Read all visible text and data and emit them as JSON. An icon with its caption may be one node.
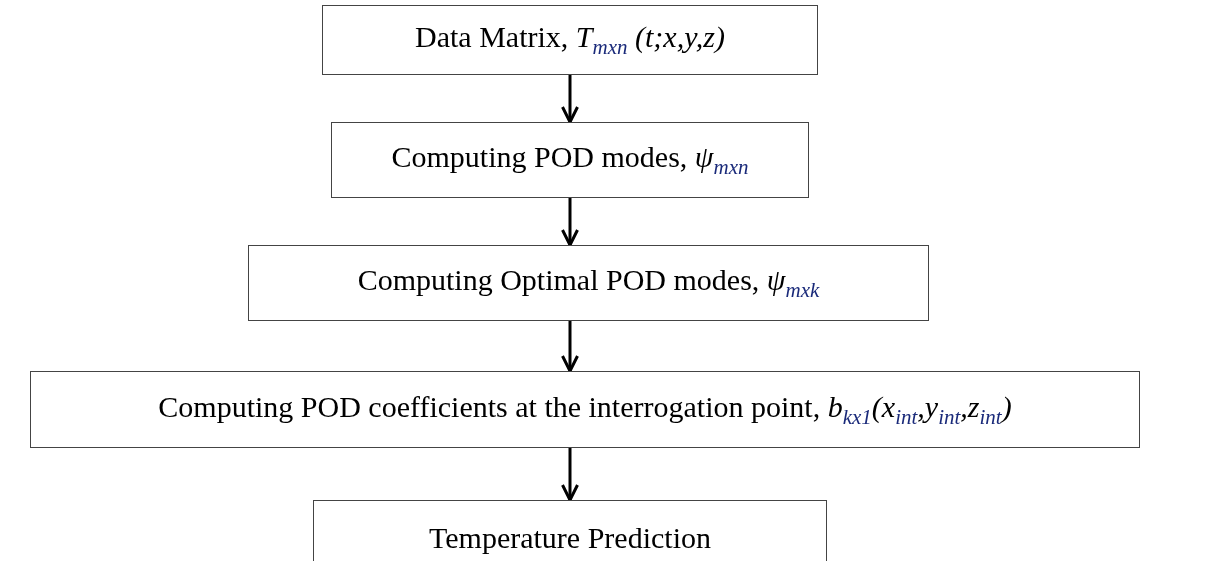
{
  "diagram": {
    "nodes": [
      {
        "text": [
          "Data Matrix, *T*$_{mxn}$ *(t;x,y,z)*"
        ]
      },
      {
        "text": [
          "Computing POD modes, *ψ*$_{m}$$_{x}$$_{n}$"
        ]
      },
      {
        "text": [
          "Computing Optimal POD modes, *ψ*$_{m}$$_{x}$$_{k}$"
        ]
      },
      {
        "text": [
          "Computing POD coefficients at the interrogation point, *b*$_{kx1}$*(x*$_{int}$*,y*$_{int}$*,z*$_{int}$*)*"
        ]
      },
      {
        "text": [
          "Temperature Prediction"
        ]
      }
    ],
    "edges": [
      {
        "from": 0,
        "to": 1,
        "arrow": "to"
      },
      {
        "from": 1,
        "to": 2,
        "arrow": "to"
      },
      {
        "from": 2,
        "to": 3,
        "arrow": "to"
      },
      {
        "from": 3,
        "to": 4,
        "arrow": "to"
      }
    ]
  }
}
